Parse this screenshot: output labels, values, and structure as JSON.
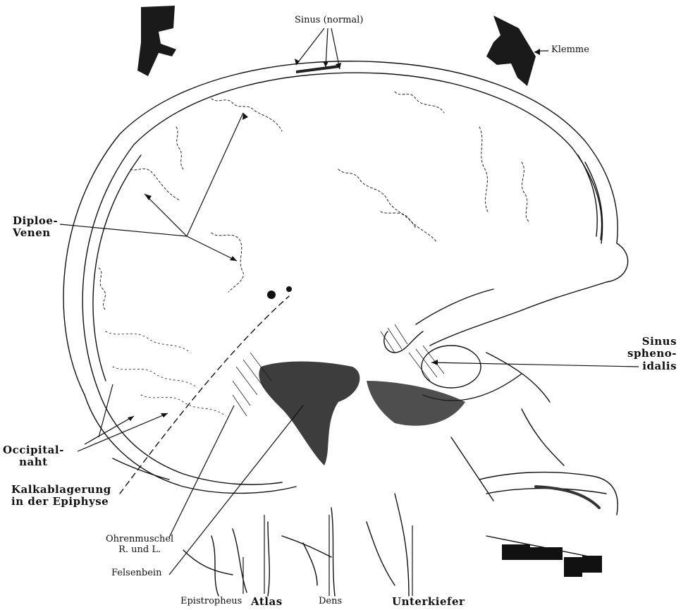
{
  "labels": {
    "sinus_normal": "Sinus (normal)",
    "klemme": "Klemme",
    "diploe": "Diploe-\nVenen",
    "sinus_sphenoidalis": "Sinus\nspheno-\nidalis",
    "occipitalnaht": "Occipital-\nnaht",
    "kalkablagerung": "Kalkablagerung\nin der Epiphyse",
    "ohrenmuschel": "Ohrenmuschel\nR. und L.",
    "felsenbein": "Felsenbein",
    "epistropheus": "Epistropheus",
    "atlas": "Atlas",
    "dens": "Dens",
    "unterkiefer": "Unterkiefer"
  },
  "colors": {
    "ink": "#111111",
    "background": "#ffffff"
  }
}
